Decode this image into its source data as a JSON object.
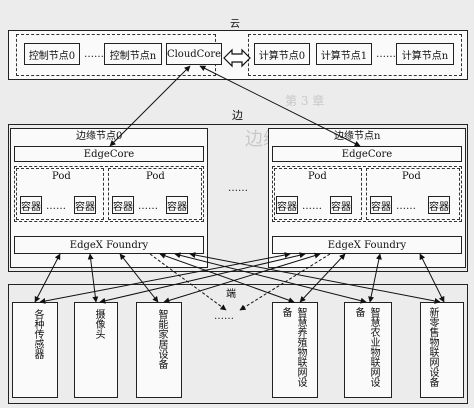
{
  "cloud": {
    "label": "云",
    "control_nodes": [
      "控制节点0",
      "控制节点n"
    ],
    "cloudcore": "CloudCore",
    "compute_nodes": [
      "计算节点0",
      "计算节点1",
      "计算节点n"
    ],
    "dots": "……"
  },
  "edge": {
    "label": "边",
    "nodes": [
      {
        "title": "边缘节点0",
        "core": "EdgeCore",
        "pods": [
          "Pod",
          "Pod"
        ],
        "container": "容器",
        "foundry": "EdgeX Foundry"
      },
      {
        "title": "边缘节点n",
        "core": "EdgeCore",
        "pods": [
          "Pod",
          "Pod"
        ],
        "container": "容器",
        "foundry": "EdgeX Foundry"
      }
    ],
    "dots": "……"
  },
  "end": {
    "label": "端",
    "devices": [
      "各种传感器",
      "摄像头",
      "智能家居设备",
      "智慧养殖物联网设备",
      "智慧农业物联网设备",
      "新零售物联网设备"
    ],
    "dots": "……"
  }
}
